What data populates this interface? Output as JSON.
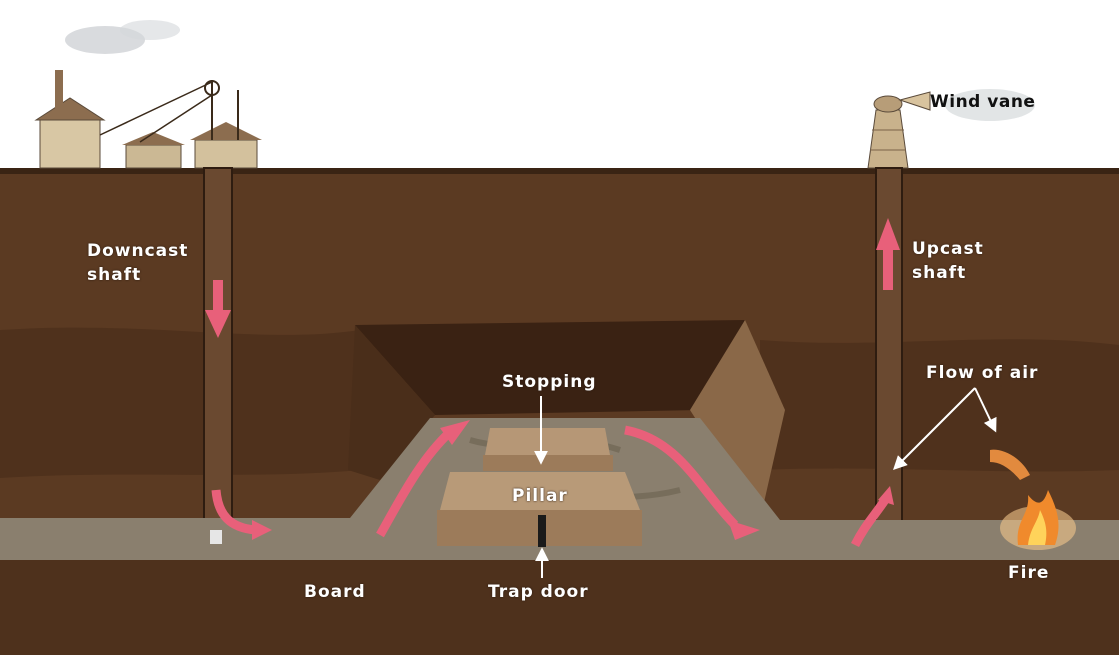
{
  "labels": {
    "downcast_line1": "Downcast",
    "downcast_line2": "shaft",
    "upcast_line1": "Upcast",
    "upcast_line2": "shaft",
    "wind_vane": "Wind vane",
    "stopping": "Stopping",
    "pillar": "Pillar",
    "flow_of_air": "Flow of air",
    "board": "Board",
    "trap_door": "Trap door",
    "fire": "Fire"
  },
  "colors": {
    "sky": "#ffffff",
    "earth": "#5b3a22",
    "earth_dark": "#3f2614",
    "tunnel_floor": "#8a7f6e",
    "airflow_arrow": "#e8607a",
    "fire": "#f08a2c"
  }
}
